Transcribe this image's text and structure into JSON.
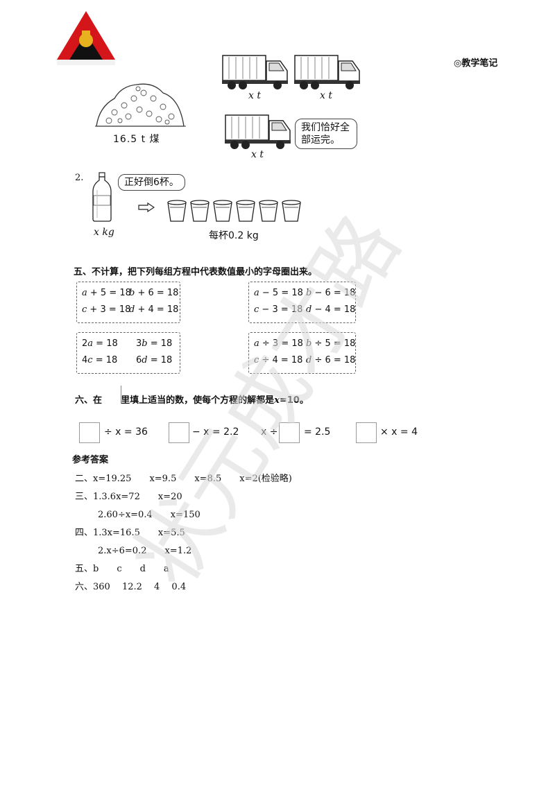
{
  "header": {
    "notes_label": "◎教学笔记"
  },
  "problem1": {
    "coal_caption": "16.5 t 煤",
    "truck_caption": "x t",
    "truck_bubble": "我们恰好全部运完。"
  },
  "problem2": {
    "number": "2.",
    "bubble": "正好倒6杯。",
    "bottle_caption": "x kg",
    "cup_caption": "每杯0.2 kg",
    "cup_count": 6
  },
  "section5": {
    "title": "五、不计算，把下列每组方程中代表数值最小的字母圈出来。",
    "groups": [
      [
        "a + 5 = 18",
        "b + 6 = 18",
        "c + 3 = 18",
        "d + 4 = 18"
      ],
      [
        "a − 5 = 18",
        "b − 6 = 18",
        "c − 3 = 18",
        "d − 4 = 18"
      ],
      [
        "2a = 18",
        "3b = 18",
        "4c = 18",
        "6d = 18"
      ],
      [
        "a ÷ 3 = 18",
        "b ÷ 5 = 18",
        "c ÷ 4 = 18",
        "d ÷ 6 = 18"
      ]
    ]
  },
  "section6": {
    "title_before": "六、在",
    "title_after": "里填上适当的数，使每个方程的解都是",
    "title_var": "x",
    "title_end": "=10。",
    "items": [
      "÷ x = 36",
      "− x = 2.2",
      "x ÷",
      "= 2.5",
      "× x = 4"
    ]
  },
  "answers": {
    "title": "参考答案",
    "lines": [
      "二、x=19.25　　x=9.5　　x=8.5　　x=2(检验略)",
      "三、1.3.6x=72　　x=20",
      "2.60÷x=0.4　　x=150",
      "四、1.3x=16.5　　x=5.5",
      "2.x÷6=0.2　　x=1.2",
      "五、b　　c　　d　　a",
      "六、360　 12.2　 4　 0.4"
    ]
  },
  "watermark": "状元成才路",
  "colors": {
    "logo_red": "#d4161b",
    "logo_black": "#111111",
    "logo_gold": "#e8b21f",
    "watermark": "#d9d9d9"
  }
}
